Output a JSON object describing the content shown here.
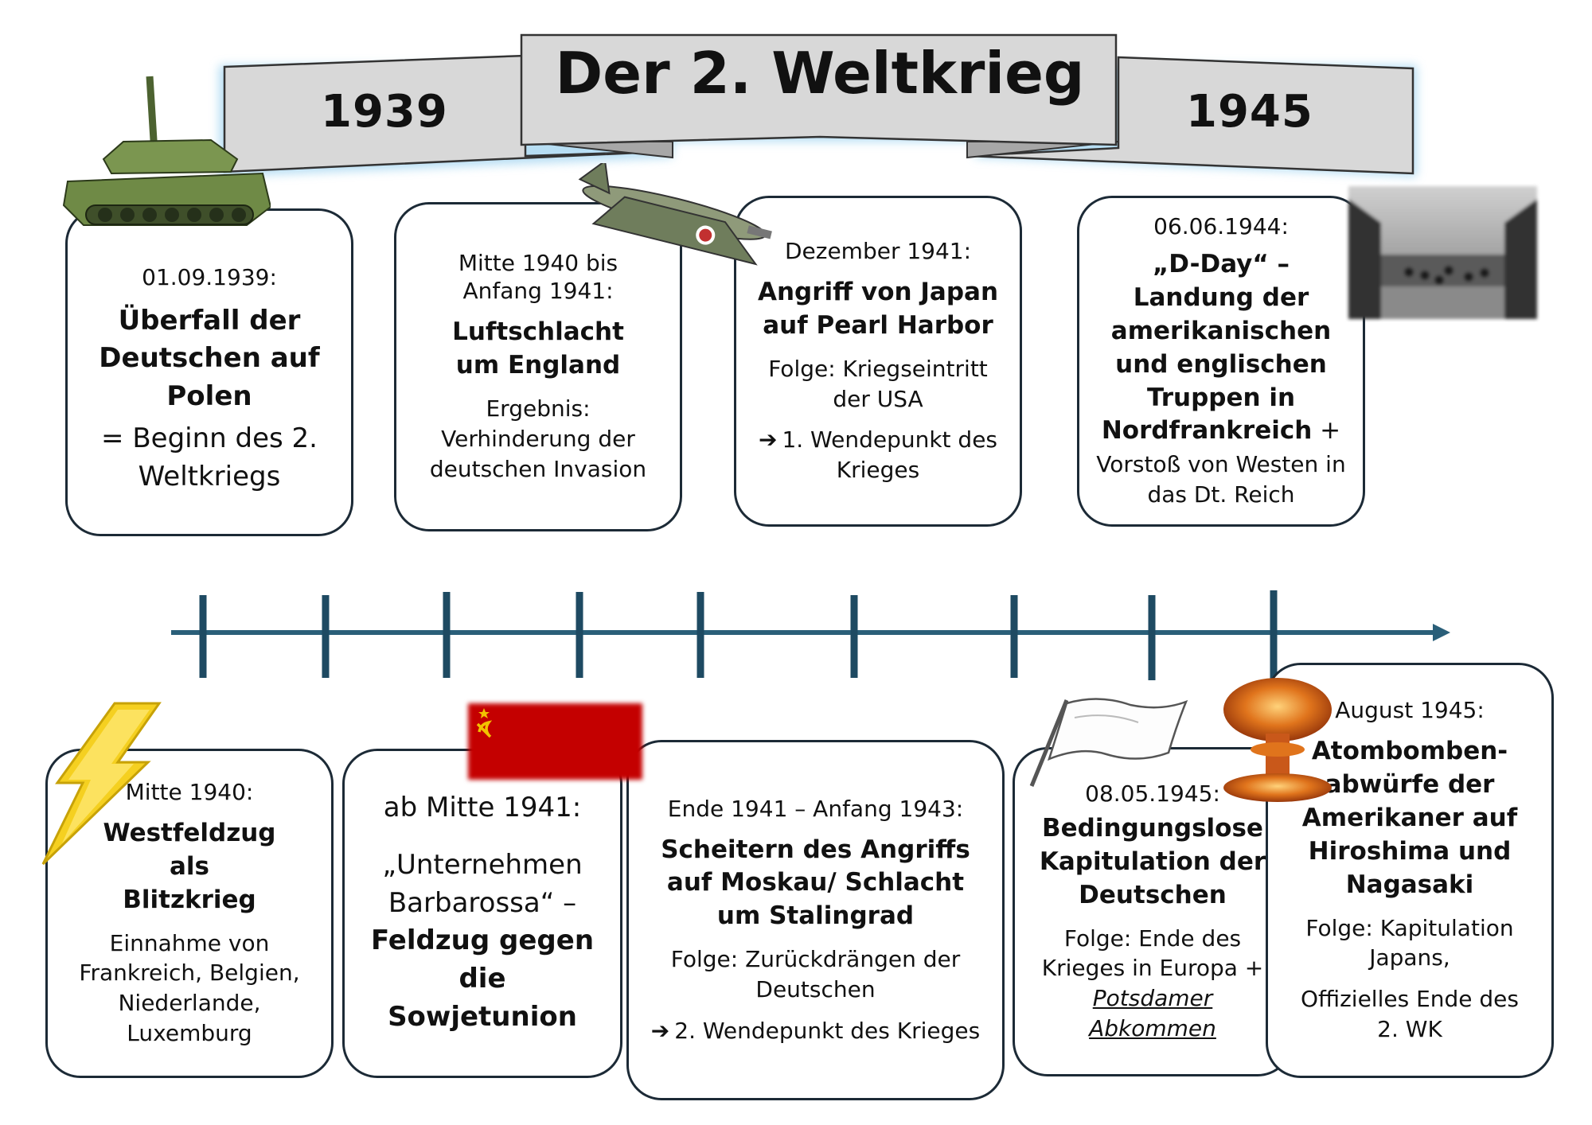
{
  "banner": {
    "title": "Der 2. Weltkrieg",
    "year_start": "1939",
    "year_end": "1945",
    "fill_color": "#d8d8d8",
    "glow_color": "#9fd3f0"
  },
  "timeline": {
    "line_color": "#2a5f79",
    "tick_color": "#1e4a62"
  },
  "top_events": [
    {
      "date": "01.09.1939:",
      "headline": "Überfall der Deutschen auf Polen",
      "text": "= Beginn des   2. Weltkriegs"
    },
    {
      "date": "Mitte 1940 bis Anfang 1941:",
      "headline": "Luftschlacht um England",
      "text": "Ergebnis: Verhinderung der deutschen Invasion"
    },
    {
      "date": "Dezember 1941:",
      "headline": "Angriff von Japan auf Pearl Harbor",
      "text": "Folge: Kriegseintritt der USA",
      "note": "1. Wendepunkt des Krieges"
    },
    {
      "date": "06.06.1944:",
      "headline": "„D-Day“ – Landung der amerikanischen und englischen Truppen in Nordfrankreich",
      "headline_suffix": " +",
      "text": "Vorstoß von Westen in das Dt. Reich"
    }
  ],
  "bottom_events": [
    {
      "date": "Mitte 1940:",
      "headline": "Westfeldzug als Blitzkrieg",
      "text": "Einnahme von Frankreich, Belgien, Niederlande, Luxemburg"
    },
    {
      "date": "ab Mitte 1941:",
      "text": "„Unternehmen Barbarossa“ –",
      "headline": "Feldzug gegen die Sowjetunion"
    },
    {
      "date": "Ende 1941 – Anfang 1943:",
      "headline": "Scheitern des Angriffs auf Moskau/ Schlacht um Stalingrad",
      "text": "Folge: Zurückdrängen der Deutschen",
      "note": "2. Wendepunkt des Krieges"
    },
    {
      "date": "08.05.1945:",
      "headline": "Bedingungslose Kapitulation der Deutschen",
      "text": "Folge: Ende des Krieges in Europa +",
      "link": "Potsdamer Abkommen"
    },
    {
      "date": "August 1945:",
      "headline": "Atombomben-abwürfe der Amerikaner auf Hiroshima und Nagasaki",
      "text": "Folge: Kapitulation Japans,",
      "text2": "Offizielles Ende des 2. WK"
    }
  ],
  "arrow_glyph": "➔",
  "icons": {
    "tank": "tank-icon",
    "plane": "spitfire-plane-icon",
    "landing": "landing-craft-photo",
    "lightning": "lightning-bolt-icon",
    "flag_ussr": "soviet-flag-icon",
    "white_flag": "white-flag-icon",
    "mushroom": "mushroom-cloud-icon"
  },
  "colors": {
    "card_border": "#1c2a36",
    "soviet_red": "#c40000",
    "lightning": "#f5d020",
    "tank_green": "#6f8a46"
  }
}
